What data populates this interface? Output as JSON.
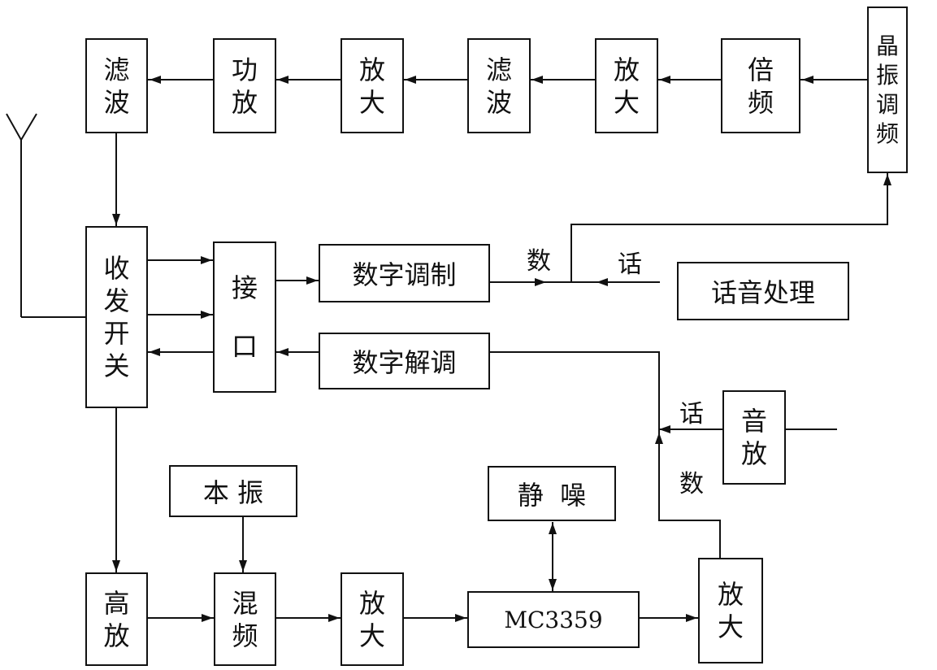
{
  "blocks": {
    "filter_top": "滤\n波",
    "power_amp": "功\n放",
    "amp_top_1": "放\n大",
    "filter_mid": "滤\n波",
    "amp_top_2": "放\n大",
    "multiplier": "倍\n频",
    "crystal_fm": "晶\n振\n调\n频",
    "tr_switch": "收\n发\n开\n关",
    "interface": "接\n\n口",
    "digital_mod": "数字调制",
    "speech_processing": "话音处理",
    "digital_demod": "数字解调",
    "audio_amp": "音\n放",
    "local_osc": "本 振",
    "squelch": "静  噪",
    "rf_amp": "高\n放",
    "mixer": "混\n频",
    "if_amp": "放\n大",
    "mc3359": "MC3359",
    "amp_out": "放\n大"
  },
  "labels": {
    "data_upper": "数",
    "voice_upper": "话",
    "voice_lower": "话",
    "data_lower": "数"
  }
}
